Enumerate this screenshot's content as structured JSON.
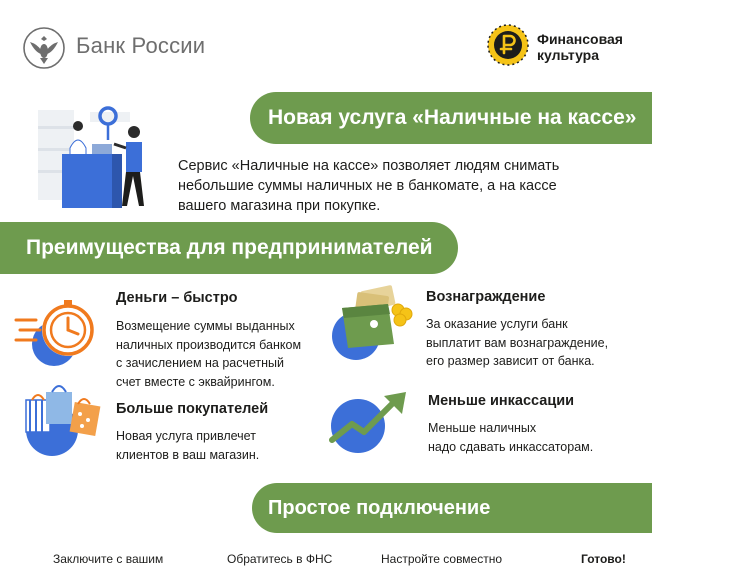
{
  "header": {
    "bank_name": "Банк России",
    "fin_line1": "Финансовая",
    "fin_line2": "культура"
  },
  "service": {
    "title": "Новая услуга «Наличные на кассе»",
    "description_lines": [
      "Сервис «Наличные на кассе» позволяет людям снимать",
      "небольшие суммы наличных не в банкомате, а на кассе",
      "вашего магазина при покупке."
    ]
  },
  "benefits": {
    "title": "Преимущества для предпринимателей",
    "items": [
      {
        "title": "Деньги – быстро",
        "lines": [
          "Возмещение суммы выданных",
          "наличных производится банком",
          "с зачислением на расчетный",
          "счет вместе с эквайрингом."
        ]
      },
      {
        "title": "Вознаграждение",
        "lines": [
          "За оказание услуги банк",
          "выплатит вам вознаграждение,",
          "его размер зависит от банка."
        ]
      },
      {
        "title": "Больше покупателей",
        "lines": [
          "Новая услуга привлечет",
          "клиентов в ваш магазин."
        ]
      },
      {
        "title": "Меньше инкассации",
        "lines": [
          "Меньше наличных",
          "надо сдавать инкассаторам."
        ]
      }
    ]
  },
  "connection": {
    "title": "Простое подключение",
    "steps": [
      "Заключите с вашим",
      "Обратитесь  в ФНС",
      "Настройте совместно",
      "Готово!"
    ]
  },
  "colors": {
    "green": "#6e9b4e",
    "blue": "#3c6fd8",
    "orange": "#f07a1e",
    "yellow": "#f5c317"
  }
}
